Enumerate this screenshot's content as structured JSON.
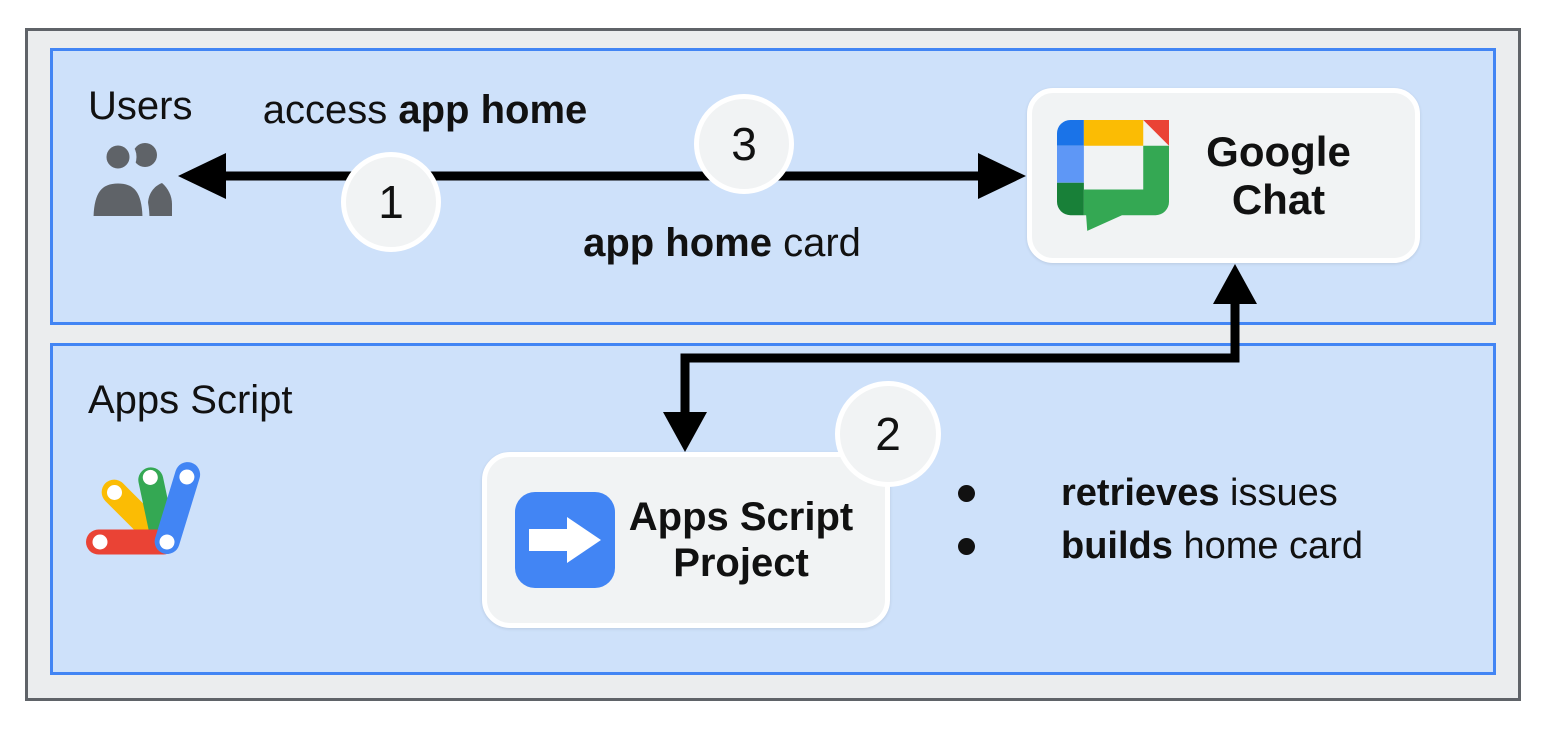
{
  "bands": {
    "users": {
      "label": "Users"
    },
    "apps_script": {
      "label": "Apps Script"
    }
  },
  "nodes": {
    "google_chat": {
      "line1": "Google",
      "line2": "Chat"
    },
    "project": {
      "line1": "Apps Script",
      "line2": "Project"
    }
  },
  "labels": {
    "access": {
      "regular": "access ",
      "bold": "app home"
    },
    "card": {
      "bold": "app home",
      "regular": " card"
    }
  },
  "steps": {
    "s1": "1",
    "s2": "2",
    "s3": "3"
  },
  "bullets": {
    "items": [
      {
        "bold": "retrieves",
        "rest": " issues"
      },
      {
        "bold": "builds",
        "rest": " home card"
      }
    ]
  },
  "icons": {
    "users": "users-icon",
    "google_chat": "google-chat-logo",
    "apps_script": "apps-script-logo",
    "project_arrow": "arrow-right-icon"
  },
  "colors": {
    "band_fill": "#cee1fa",
    "band_border": "#4285f4",
    "panel_fill": "#f1f3f4",
    "panel_border": "#ffffff",
    "frame_fill": "#ebedee",
    "frame_border": "#5f6368",
    "arrow": "#000000",
    "text": "#111111",
    "icon_gray": "#5f6368",
    "google_blue": "#4285f4",
    "google_dark_blue": "#1a73e8",
    "google_light_blue": "#5e97f6",
    "google_red": "#ea4335",
    "google_yellow": "#fbbc04",
    "google_green": "#34a853",
    "google_dark_green": "#188038"
  }
}
